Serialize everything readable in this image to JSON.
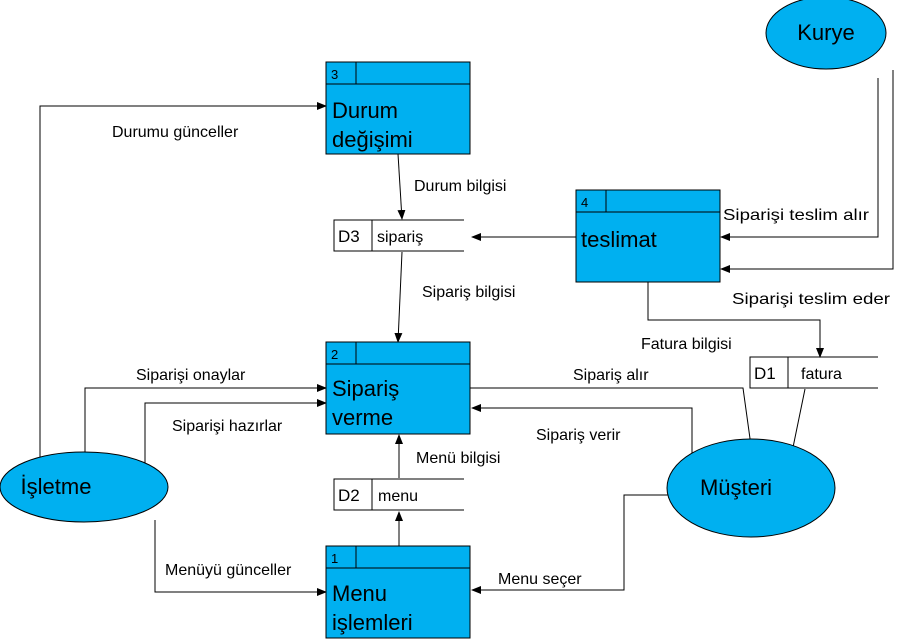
{
  "entities": {
    "kurye": "Kurye",
    "isletme": "İşletme",
    "musteri": "Müşteri"
  },
  "processes": {
    "p1": {
      "number": "1",
      "line1": "Menu",
      "line2": "işlemleri"
    },
    "p2": {
      "number": "2",
      "line1": "Sipariş",
      "line2": "verme"
    },
    "p3": {
      "number": "3",
      "line1": "Durum",
      "line2": "değişimi"
    },
    "p4": {
      "number": "4",
      "line1": "teslimat"
    }
  },
  "stores": {
    "d1": {
      "id": "D1",
      "name": "fatura"
    },
    "d2": {
      "id": "D2",
      "name": "menu"
    },
    "d3": {
      "id": "D3",
      "name": "sipariş"
    }
  },
  "flows": {
    "durumu_gunceller": "Durumu günceller",
    "durum_bilgisi": "Durum bilgisi",
    "siparis_bilgisi": "Sipariş bilgisi",
    "siparisi_teslim_alir": "Siparişi teslim alır",
    "siparisi_teslim_eder": "Siparişi teslim eder",
    "fatura_bilgisi": "Fatura bilgisi",
    "siparisi_onaylar": "Siparişi onaylar",
    "siparis_alir": "Sipariş alır",
    "siparisi_hazirlar": "Siparişi hazırlar",
    "siparis_verir": "Sipariş verir",
    "menu_bilgisi": "Menü bilgisi",
    "menuyu_gunceller": "Menüyü günceller",
    "menu_secer": "Menu seçer"
  },
  "colors": {
    "fill": "#00B0F0",
    "stroke": "#000000"
  }
}
